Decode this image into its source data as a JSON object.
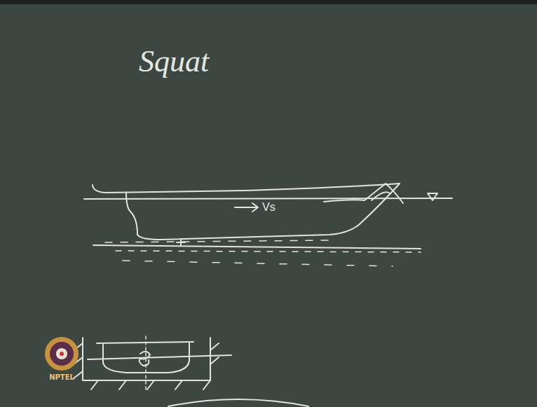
{
  "diagram": {
    "title": "Squat",
    "labels": [
      "Vs",
      "NPTEL"
    ]
  }
}
